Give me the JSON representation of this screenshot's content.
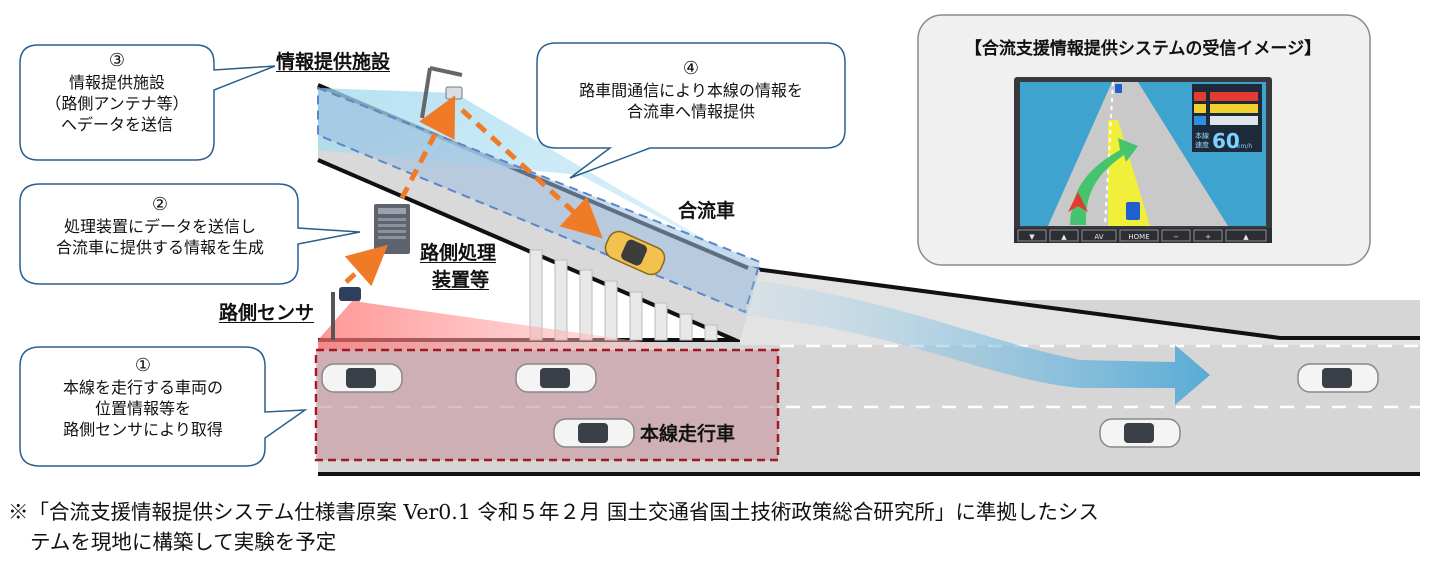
{
  "bubbles": {
    "b1": {
      "num": "①",
      "lines": [
        "本線を走行する車両の",
        "位置情報等を",
        "路側センサにより取得"
      ]
    },
    "b2": {
      "num": "②",
      "lines": [
        "処理装置にデータを送信し",
        "合流車に提供する情報を生成"
      ]
    },
    "b3": {
      "num": "③",
      "lines": [
        "情報提供施設",
        "（路側アンテナ等）",
        "へデータを送信"
      ]
    },
    "b4": {
      "num": "④",
      "lines": [
        "路車間通信により本線の情報を",
        "合流車へ情報提供"
      ]
    }
  },
  "labels": {
    "facility": "情報提供施設",
    "processor_1": "路側処理",
    "processor_2": "装置等",
    "sensor": "路側センサ",
    "merging_car": "合流車",
    "mainline_cars": "本線走行車"
  },
  "panel": {
    "title": "【合流支援情報提供システムの受信イメージ】",
    "speed_label_1": "本線",
    "speed_label_2": "速度",
    "speed_value": "60",
    "speed_unit": "km/h",
    "buttons": [
      "▼",
      "▲",
      "AV",
      "HOME",
      "−",
      "+",
      "▲"
    ]
  },
  "footnote": {
    "line1": "※「合流支援情報提供システム仕様書原案 Ver0.1 令和５年２月 国土交通省国土技術政策総合研究所」に準拠したシス",
    "line2": "テムを現地に構築して実験を予定"
  },
  "colors": {
    "road": "#d4d4d4",
    "sensor_zone": "#c79aa4",
    "comm_zone": "#bfe4f3",
    "arrow_orange": "#f07b27",
    "flow_arrow": "#4aa6d6",
    "box_outline": "#b01f24",
    "ramp_box": "#6a8fcf"
  }
}
